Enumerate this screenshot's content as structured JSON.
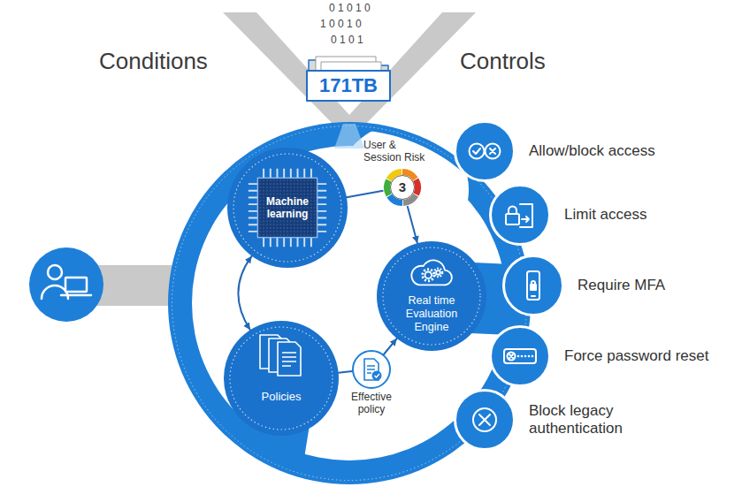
{
  "diagram": {
    "nodes": [
      {
        "text": [
          "171TB"
        ]
      },
      {
        "text": [
          "Machine learning"
        ]
      },
      {
        "text": [
          "User & Session Risk",
          "3"
        ]
      },
      {
        "text": [
          "Real time Evaluation Engine"
        ]
      },
      {
        "text": [
          "Policies"
        ]
      },
      {
        "text": [
          "Effective policy"
        ]
      },
      {
        "text": [
          "Allow/block access"
        ]
      },
      {
        "text": [
          "Limit access"
        ]
      },
      {
        "text": [
          "Require MFA"
        ]
      },
      {
        "text": [
          "Force password reset"
        ]
      },
      {
        "text": [
          "Block legacy authentication"
        ]
      }
    ],
    "edges": [
      {
        "from": 1,
        "to": 2,
        "arrow": "none"
      },
      {
        "from": 2,
        "to": 3,
        "arrow": "to"
      },
      {
        "from": 1,
        "to": 4,
        "arrow": "both"
      },
      {
        "from": 4,
        "to": 5,
        "arrow": "none"
      },
      {
        "from": 5,
        "to": 3,
        "arrow": "to"
      }
    ],
    "labels": [
      "Conditions",
      "Controls",
      "0 1 0 1 0",
      "1 0 0 1 0",
      "0 1 0 1"
    ]
  }
}
